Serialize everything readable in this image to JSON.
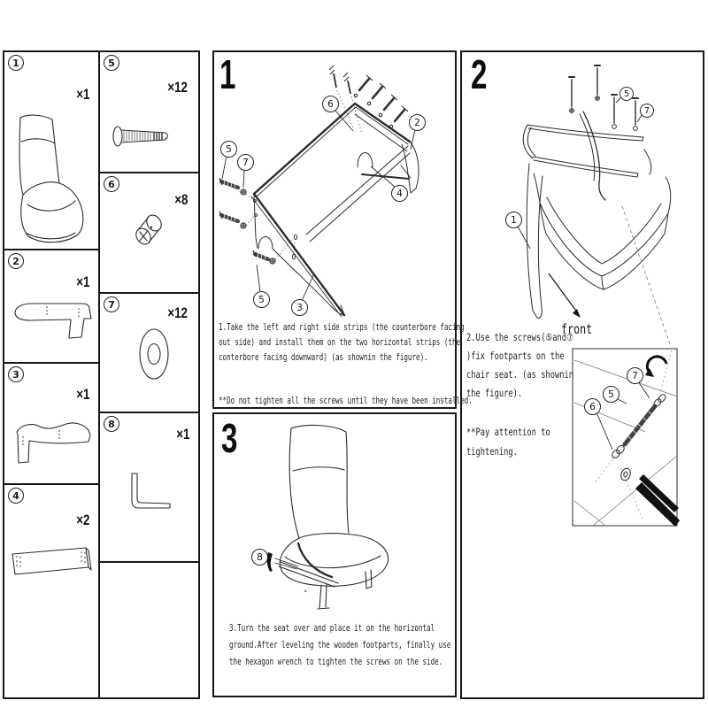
{
  "parts": [
    {
      "num": "1",
      "qty": "×1"
    },
    {
      "num": "2",
      "qty": "×1"
    },
    {
      "num": "3",
      "qty": "×1"
    },
    {
      "num": "4",
      "qty": "×2"
    },
    {
      "num": "5",
      "qty": "×12"
    },
    {
      "num": "6",
      "qty": "×8"
    },
    {
      "num": "7",
      "qty": "×12"
    },
    {
      "num": "8",
      "qty": "×1"
    }
  ],
  "step1": {
    "number": "1",
    "instruction": "1.Take the left and right side strips (the counterbore facing\nout side) and install them on the two horizontal strips (the\nconterbore facing downward) (as shownin the figure).",
    "note": "**Do not tighten all the screws until they have been installed.",
    "callouts": [
      {
        "n": "6"
      },
      {
        "n": "5"
      },
      {
        "n": "7"
      },
      {
        "n": "2"
      },
      {
        "n": "4"
      },
      {
        "n": "5"
      },
      {
        "n": "3"
      }
    ]
  },
  "step2": {
    "number": "2",
    "instruction": "2.Use the screws(⑤and⑦\n)fix footparts on the\nchair seat. (as shownin\nthe figure).",
    "note": "**Pay attention to\ntightening.",
    "front_label": "front",
    "callouts": [
      {
        "n": "5"
      },
      {
        "n": "7"
      },
      {
        "n": "1"
      },
      {
        "n": "7"
      },
      {
        "n": "5"
      },
      {
        "n": "6"
      }
    ]
  },
  "step3": {
    "number": "3",
    "instruction": "3.Turn the seat over and place it on the horizontal\nground.After leveling the wooden footparts, finally use\nthe hexagon wrench to tighten the screws on the side.",
    "callouts": [
      {
        "n": "8"
      }
    ]
  }
}
